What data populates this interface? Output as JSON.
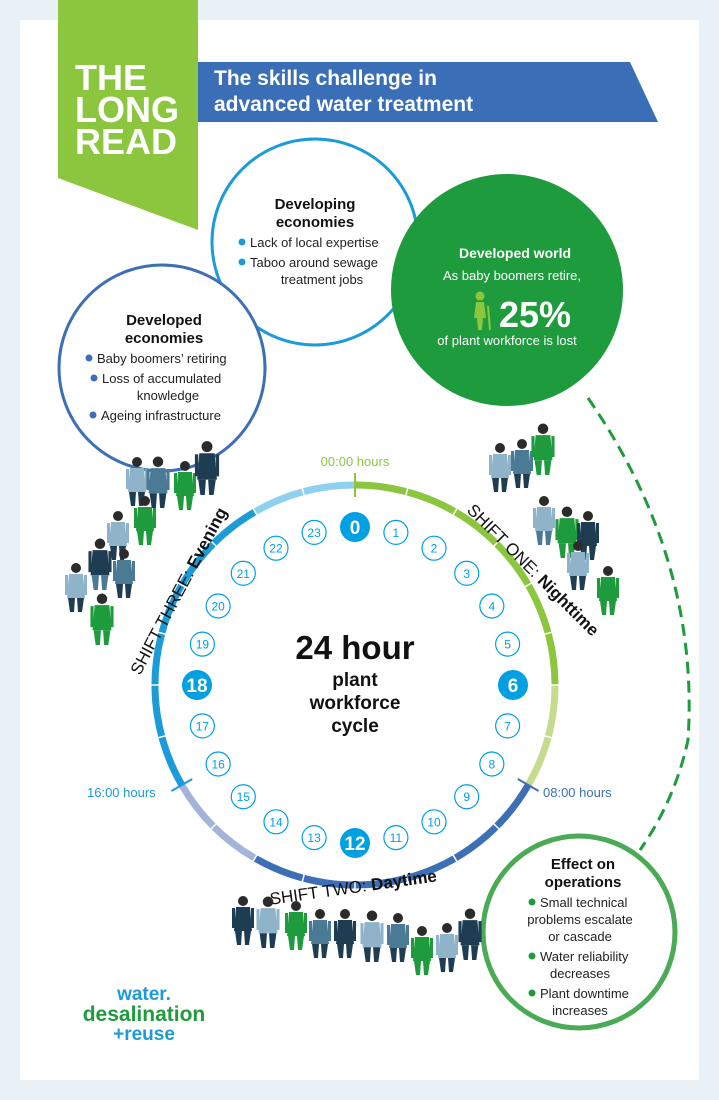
{
  "colors": {
    "page_bg": "#e9f0f6",
    "card_bg": "#ffffff",
    "banner_blue": "#3a6fb7",
    "logo_green": "#8cc63f",
    "circle_blue_light": "#1b9bd8",
    "circle_blue_dark": "#3d6fb6",
    "green_dark": "#1e9b3c",
    "green_mid": "#4aaa55",
    "number_blue": "#00a0e3",
    "text_dark": "#111111",
    "seg_green": "#8cc63f",
    "seg_green_light": "#c5dc8e",
    "seg_blue_dark": "#3d6fb6",
    "seg_lavender": "#a4b3d8",
    "seg_blue": "#1b9bd8",
    "seg_sky": "#8ed0ef"
  },
  "header": {
    "logo_lines": [
      "THE",
      "LONG",
      "READ"
    ],
    "title_line1": "The skills challenge in",
    "title_line2": "advanced water treatment"
  },
  "developing": {
    "heading_line1": "Developing",
    "heading_line2": "economies",
    "bullet1": "Lack of local expertise",
    "bullet2_line1": "Taboo around sewage",
    "bullet2_line2": "treatment jobs"
  },
  "developed_economies": {
    "heading_line1": "Developed",
    "heading_line2": "economies",
    "bullet1": "Baby boomers’ retiring",
    "bullet2_line1": "Loss of accumulated",
    "bullet2_line2": "knowledge",
    "bullet3": "Ageing infrastructure"
  },
  "developed_world": {
    "heading": "Developed world",
    "line1": "As baby boomers retire,",
    "stat": "25%",
    "line2": "of plant workforce is lost"
  },
  "effect": {
    "heading_line1": "Effect on",
    "heading_line2": "operations",
    "b1_l1": "Small technical",
    "b1_l2": "problems escalate",
    "b1_l3": "or cascade",
    "b2_l1": "Water reliability",
    "b2_l2": "decreases",
    "b3_l1": "Plant downtime",
    "b3_l2": "increases"
  },
  "clock": {
    "center_line1": "24 hour",
    "center_line2": "plant",
    "center_line3": "workforce",
    "center_line4": "cycle",
    "label_0000": "00:00 hours",
    "label_0800": "08:00 hours",
    "label_1600": "16:00 hours",
    "hours": [
      "0",
      "1",
      "2",
      "3",
      "4",
      "5",
      "6",
      "7",
      "8",
      "9",
      "10",
      "11",
      "12",
      "13",
      "14",
      "15",
      "16",
      "17",
      "18",
      "19",
      "20",
      "21",
      "22",
      "23"
    ],
    "major_hours": [
      0,
      6,
      12,
      18
    ]
  },
  "shifts": {
    "one_prefix": "SHIFT ONE: ",
    "one_name": "Nighttime",
    "two_prefix": "SHIFT TWO: ",
    "two_name": "Daytime",
    "three_prefix": "SHIFT THREE: ",
    "three_name": "Evening"
  },
  "brand": {
    "line1": "water.",
    "line2": "desalination",
    "line3": "+reuse"
  }
}
